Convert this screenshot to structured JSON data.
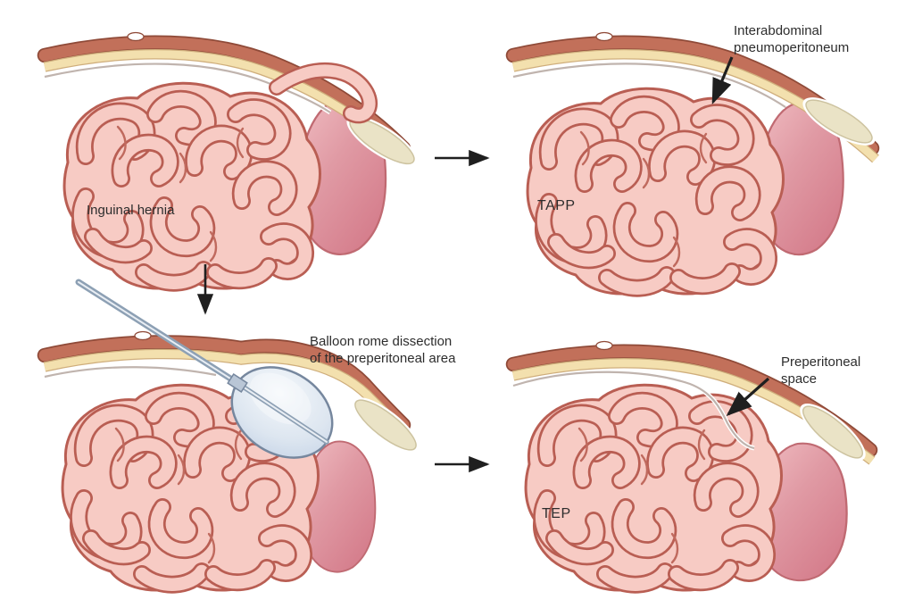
{
  "figure": {
    "type": "medical-illustration",
    "subject": "Laparoscopic inguinal hernia repair approaches (TAPP vs TEP)"
  },
  "panels": [
    {
      "id": "inguinal-hernia",
      "label": "Inguinal hernia"
    },
    {
      "id": "tapp",
      "label": "TAPP",
      "annotation": "Interabdominal\npneumoperitoneum"
    },
    {
      "id": "balloon-dissection",
      "annotation": "Balloon rome dissection\nof the preperitoneal area"
    },
    {
      "id": "tep",
      "label": "TEP",
      "annotation": "Preperitoneal\nspace"
    }
  ],
  "arrows": [
    {
      "name": "flow-arrow-top",
      "direction": "right",
      "from": "inguinal-hernia",
      "to": "tapp"
    },
    {
      "name": "flow-arrow-down",
      "direction": "down",
      "from": "inguinal-hernia",
      "to": "balloon-dissection"
    },
    {
      "name": "flow-arrow-bottom",
      "direction": "right",
      "from": "balloon-dissection",
      "to": "tep"
    },
    {
      "name": "annotation-arrow-pneumoperitoneum",
      "direction": "down-left"
    },
    {
      "name": "annotation-arrow-preperitoneal-space",
      "direction": "down-left"
    }
  ],
  "colors": {
    "background": "#ffffff",
    "wall_muscle": "#c2705a",
    "wall_muscle_edge": "#8f4a38",
    "wall_fat": "#f3e0ae",
    "peritoneum_line": "#c0b4ae",
    "bowel_fill": "#f7cbc4",
    "bowel_outline": "#b95e53",
    "hernia_sac": "#d47b8a",
    "bone": "#eae3c6",
    "balloon": "#c3d2e6",
    "trocar": "#8da0b4",
    "text": "#2d2d2d",
    "arrow": "#1f1f1f"
  }
}
